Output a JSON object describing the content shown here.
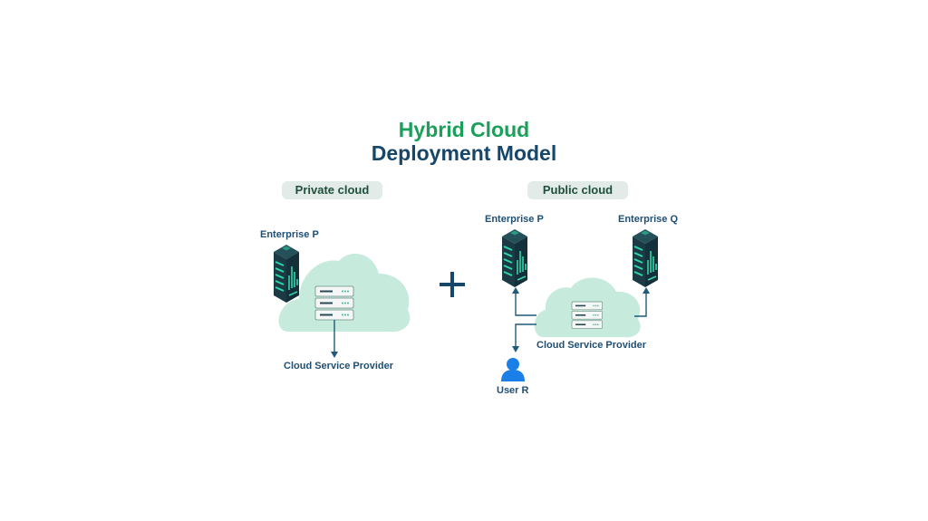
{
  "title": {
    "line1": "Hybrid Cloud",
    "line2": "Deployment Model"
  },
  "colors": {
    "title_green": "#1aa05a",
    "title_navy": "#17466b",
    "cloud_fill": "#c6eadb",
    "server_dark": "#1c3a45",
    "server_accent": "#2fd6a6",
    "arrow": "#1f5a7a",
    "user_blue": "#1b7fe8",
    "pill_bg": "#e3ebe8"
  },
  "private_cloud": {
    "label": "Private cloud",
    "enterprise_label": "Enterprise P",
    "provider_label": "Cloud Service Provider",
    "icons": [
      "server-tower-icon",
      "server-rack-icon",
      "cloud-icon",
      "arrow-down-icon"
    ]
  },
  "operator": {
    "symbol": "+"
  },
  "public_cloud": {
    "label": "Public cloud",
    "enterprise_p_label": "Enterprise P",
    "enterprise_q_label": "Enterprise Q",
    "provider_label": "Cloud Service Provider",
    "user_label": "User R",
    "icons": [
      "server-tower-icon",
      "server-tower-icon",
      "server-rack-icon",
      "cloud-icon",
      "user-icon"
    ]
  }
}
